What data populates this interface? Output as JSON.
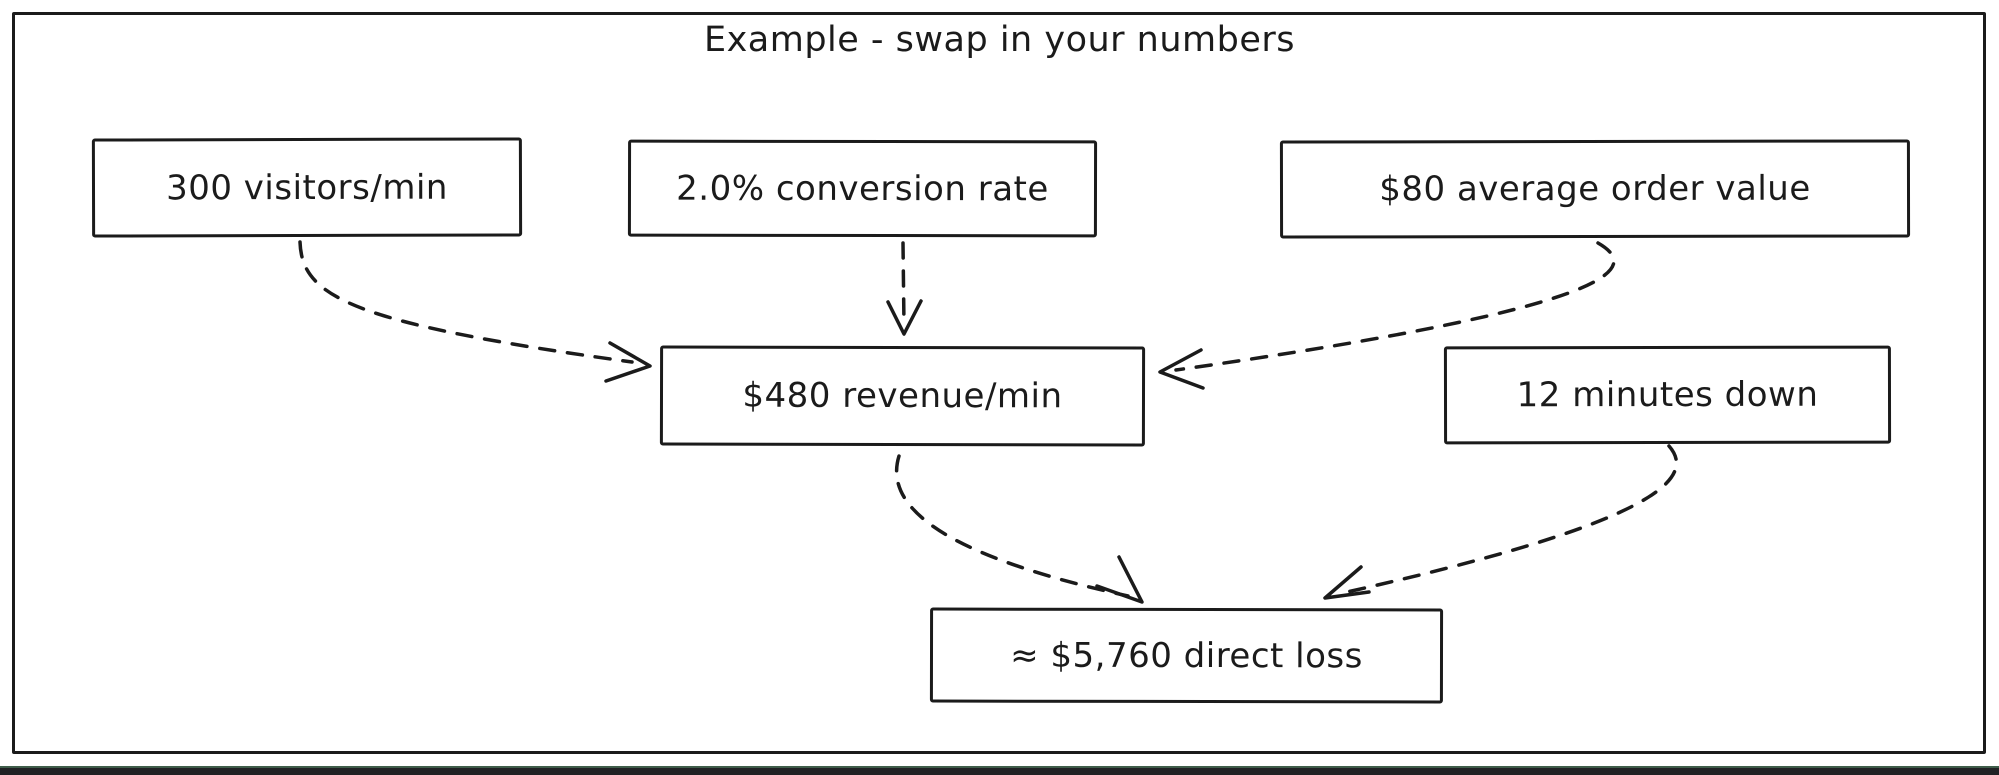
{
  "title": "Example - swap in your numbers",
  "nodes": {
    "visitors": {
      "label": "300 visitors/min"
    },
    "conversion": {
      "label": "2.0% conversion rate"
    },
    "aov": {
      "label": "$80 average order value"
    },
    "revenue": {
      "label": "$480 revenue/min"
    },
    "downtime": {
      "label": "12 minutes down"
    },
    "loss": {
      "label": "≈ $5,760 direct loss"
    }
  },
  "edges": [
    {
      "from": "visitors",
      "to": "revenue",
      "style": "dashed-arrow"
    },
    {
      "from": "conversion",
      "to": "revenue",
      "style": "dashed-arrow"
    },
    {
      "from": "aov",
      "to": "revenue",
      "style": "dashed-arrow"
    },
    {
      "from": "revenue",
      "to": "loss",
      "style": "dashed-arrow"
    },
    {
      "from": "downtime",
      "to": "loss",
      "style": "dashed-arrow"
    }
  ],
  "colors": {
    "stroke": "#1b1b1b",
    "background": "#ffffff",
    "bottom_bar": "#202124",
    "bottom_bar_accent": "#3f5d4a"
  }
}
